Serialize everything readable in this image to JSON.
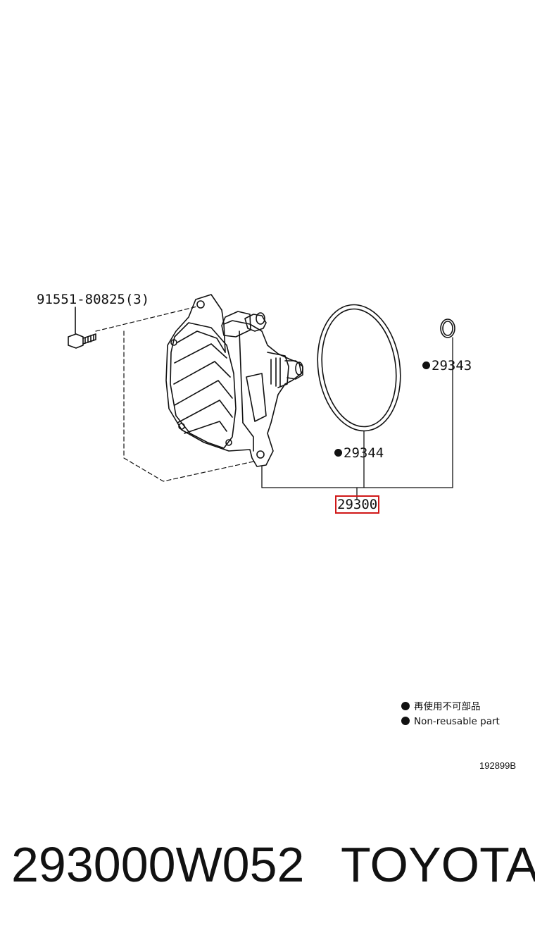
{
  "callouts": {
    "bolt": "91551-80825(3)",
    "oring_small": "29343",
    "oring_large": "29344",
    "assembly": "29300"
  },
  "legend": {
    "japanese": "再使用不可部品",
    "english": "Non-reusable part"
  },
  "illustration_code": "192899B",
  "footer": {
    "part_number": "293000W052",
    "brand": "TOYOTA"
  },
  "colors": {
    "highlight": "#d01818",
    "ink": "#111111"
  }
}
